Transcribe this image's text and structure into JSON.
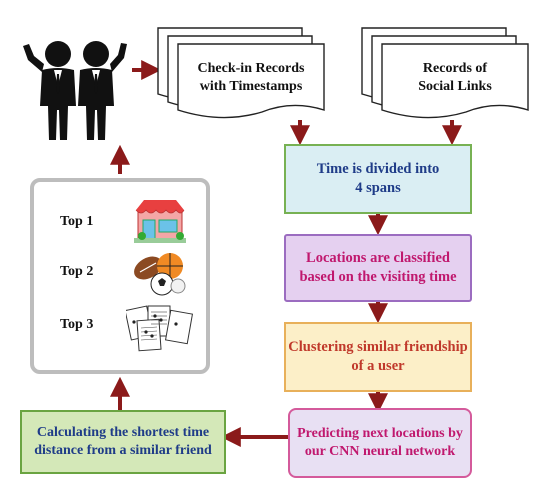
{
  "documents": {
    "checkin": "Check-in Records\nwith Timestamps",
    "social": "Records of\nSocial Links"
  },
  "steps": {
    "time_spans": "Time is divided into\n4 spans",
    "locations": "Locations are classified\nbased on the visiting time",
    "clustering": "Clustering similar friendship\nof a user",
    "predicting": "Predicting next locations by\nour CNN neural network",
    "calculating": "Calculating the shortest time\ndistance from a similar friend"
  },
  "ranking": {
    "items": [
      {
        "label": "Top 1",
        "icon": "store-icon"
      },
      {
        "label": "Top 2",
        "icon": "sports-balls-icon"
      },
      {
        "label": "Top 3",
        "icon": "sheet-music-icon"
      }
    ]
  },
  "icons": {
    "users": "users-icon"
  },
  "colors": {
    "arrow": "#8b1a1a",
    "time_spans": {
      "fill": "#daeef3",
      "border": "#77b153",
      "text": "#1f3c88"
    },
    "locations": {
      "fill": "#e5d0f0",
      "border": "#9b6cc0",
      "text": "#c0186e"
    },
    "clustering": {
      "fill": "#fcefc8",
      "border": "#e8b05a",
      "text": "#c0392b"
    },
    "predicting": {
      "fill": "#e8e0f3",
      "border": "#d45a9b",
      "text": "#c0186e"
    },
    "calculating": {
      "fill": "#d4e8b8",
      "border": "#6aa441",
      "text": "#1f3c88"
    },
    "ranking_border": "#bdbdbd"
  }
}
